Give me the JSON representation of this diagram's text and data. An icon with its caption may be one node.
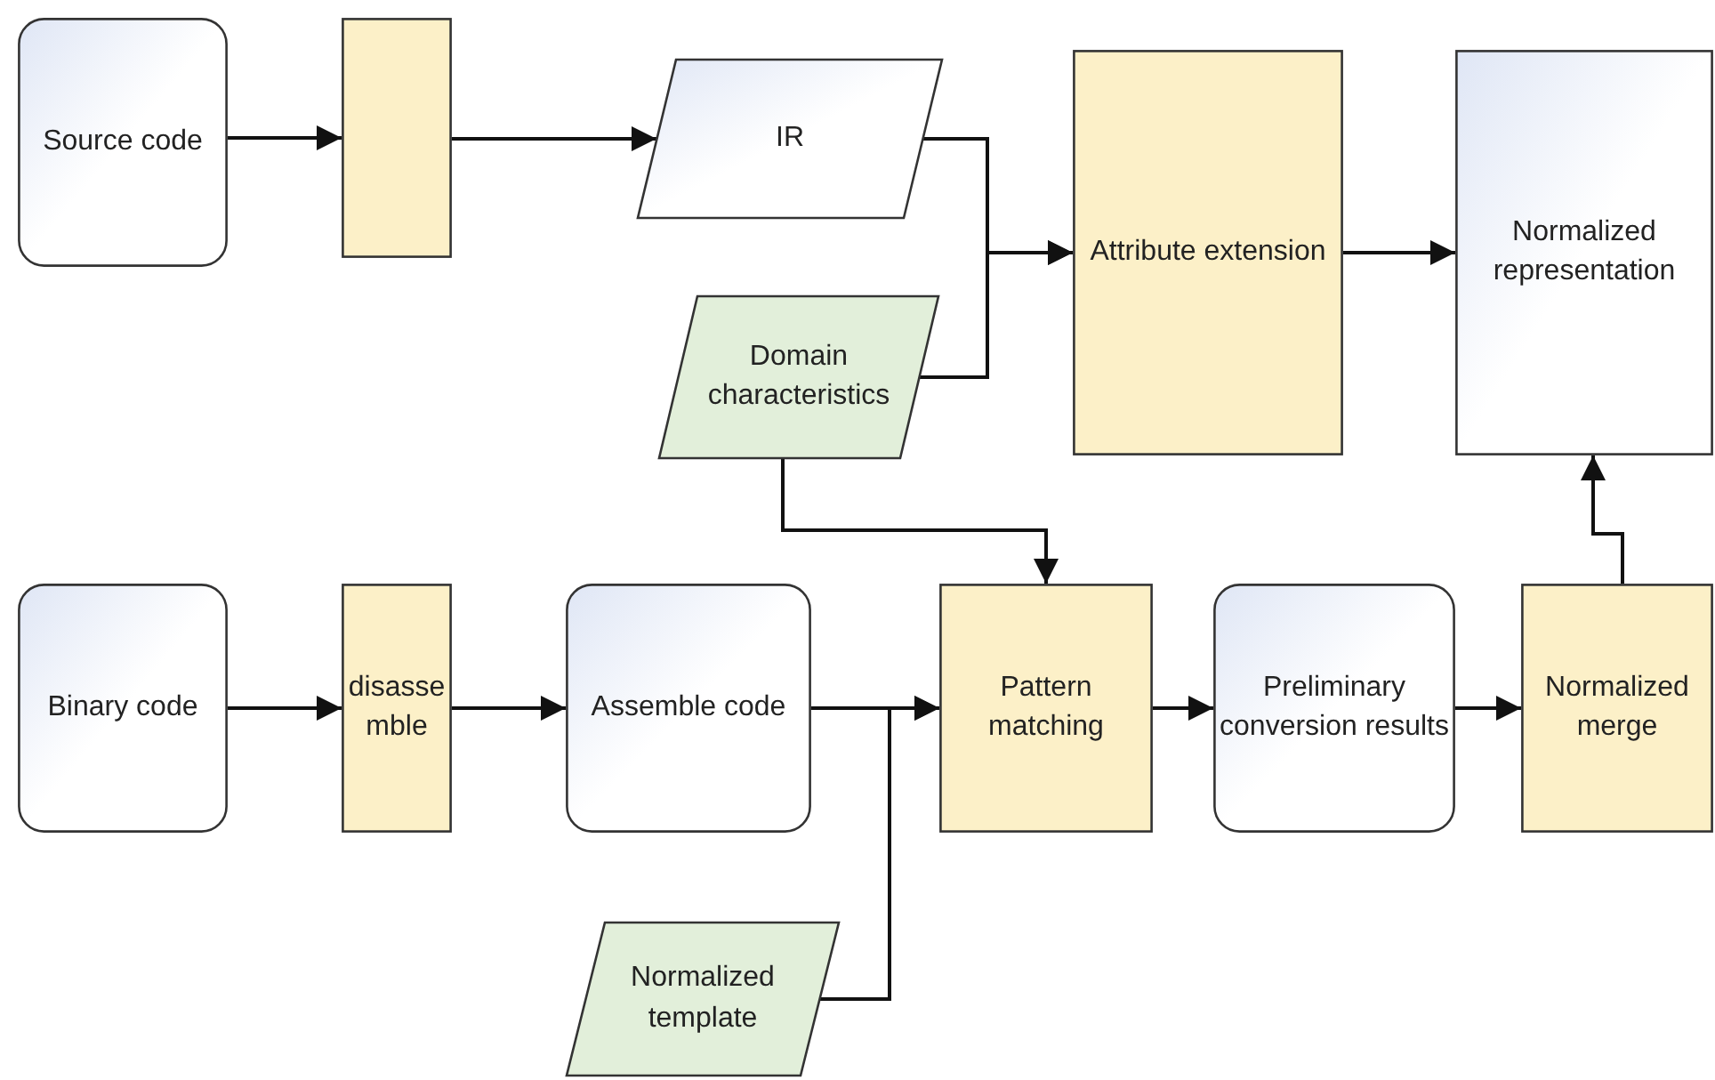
{
  "diagram": {
    "nodes": [
      {
        "text": [
          "Source code"
        ]
      },
      {
        "text": [],
        "shape": "box"
      },
      {
        "text": [
          "IR"
        ]
      },
      {
        "text": [
          "Attribute extension"
        ]
      },
      {
        "text": [
          "Normalized representation"
        ]
      },
      {
        "text": [
          "Domain characteristics"
        ]
      },
      {
        "text": [
          "Binary code"
        ]
      },
      {
        "text": [
          "disassemble"
        ]
      },
      {
        "text": [
          "Assemble code"
        ]
      },
      {
        "text": [
          "Pattern matching"
        ]
      },
      {
        "text": [
          "Preliminary conversion results"
        ]
      },
      {
        "text": [
          "Normalized merge"
        ]
      },
      {
        "text": [
          "Normalized template"
        ]
      }
    ],
    "edges": [
      {
        "from": 0,
        "to": 1,
        "arrow": "to"
      },
      {
        "from": 1,
        "to": 2,
        "arrow": "to"
      },
      {
        "from": 2,
        "to": 3,
        "arrow": "to"
      },
      {
        "from": 5,
        "to": 3,
        "arrow": "to"
      },
      {
        "from": 3,
        "to": 4,
        "arrow": "to"
      },
      {
        "from": 5,
        "to": 9,
        "arrow": "to"
      },
      {
        "from": 6,
        "to": 7,
        "arrow": "to"
      },
      {
        "from": 7,
        "to": 8,
        "arrow": "to"
      },
      {
        "from": 8,
        "to": 9,
        "arrow": "to"
      },
      {
        "from": 12,
        "to": 9,
        "arrow": "to"
      },
      {
        "from": 9,
        "to": 10,
        "arrow": "to"
      },
      {
        "from": 10,
        "to": 11,
        "arrow": "to"
      },
      {
        "from": 11,
        "to": 4,
        "arrow": "to"
      }
    ]
  }
}
